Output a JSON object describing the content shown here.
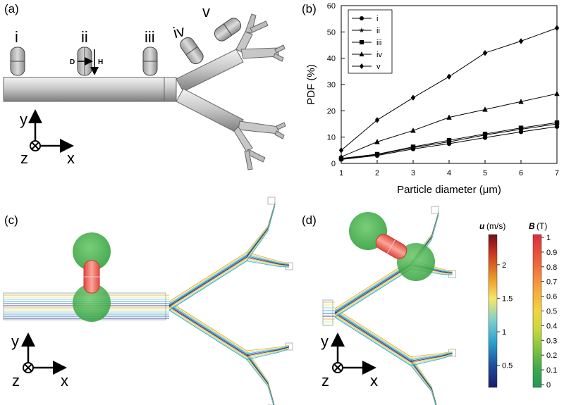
{
  "panels": {
    "a": {
      "label": "(a)",
      "particle_labels": [
        "i",
        "ii",
        "iii",
        "iv",
        "v"
      ],
      "dim_d": "D",
      "dim_h": "H",
      "axes": {
        "y": "y",
        "x": "x",
        "z": "z"
      }
    },
    "b": {
      "label": "(b)"
    },
    "c": {
      "label": "(c)",
      "axes": {
        "y": "y",
        "x": "x",
        "z": "z"
      }
    },
    "d": {
      "label": "(d)",
      "axes": {
        "y": "y",
        "x": "x",
        "z": "z"
      }
    }
  },
  "chart_data": {
    "type": "line",
    "title": "",
    "xlabel": "Particle diameter (μm)",
    "ylabel": "PDF (%)",
    "x": [
      1,
      2,
      3,
      4,
      5,
      6,
      7
    ],
    "xlim": [
      1,
      7
    ],
    "ylim": [
      0,
      60
    ],
    "yticks": [
      0,
      10,
      20,
      30,
      40,
      50,
      60
    ],
    "grid": false,
    "legend": "top-left",
    "series": [
      {
        "name": "i",
        "marker": "circle",
        "values": [
          1.5,
          3.0,
          5.5,
          7.5,
          9.8,
          12.0,
          14.0
        ]
      },
      {
        "name": "ii",
        "marker": "star",
        "values": [
          1.7,
          3.3,
          6.0,
          8.2,
          10.8,
          13.0,
          15.0
        ]
      },
      {
        "name": "iii",
        "marker": "square",
        "values": [
          1.9,
          3.5,
          6.3,
          8.8,
          11.2,
          13.5,
          15.5
        ]
      },
      {
        "name": "iv",
        "marker": "triangle",
        "values": [
          2.5,
          8.2,
          12.5,
          17.5,
          20.5,
          23.5,
          26.5
        ]
      },
      {
        "name": "v",
        "marker": "diamond",
        "values": [
          5.0,
          16.5,
          25.0,
          33.0,
          42.0,
          46.5,
          51.5
        ]
      }
    ]
  },
  "colorbars": [
    {
      "symbol": "u",
      "unit": "(m/s)",
      "ticks": [
        "2",
        "1.5",
        "1",
        "0.5"
      ],
      "colors": [
        "#6e0f16",
        "#c8341e",
        "#f0a028",
        "#f6e86a",
        "#7fd0c8",
        "#2aa4d2",
        "#1d4fa0",
        "#1a1a6b"
      ]
    },
    {
      "symbol": "B",
      "unit": "(T)",
      "ticks": [
        "1",
        "0.9",
        "0.8",
        "0.7",
        "0.6",
        "0.5",
        "0.4",
        "0.3",
        "0.2",
        "0.1",
        "0"
      ],
      "colors": [
        "#dc2d3d",
        "#f06a3c",
        "#f6a43a",
        "#f4d43e",
        "#c9d83c",
        "#7fc43f",
        "#3fa84e",
        "#1f9a55"
      ]
    }
  ]
}
